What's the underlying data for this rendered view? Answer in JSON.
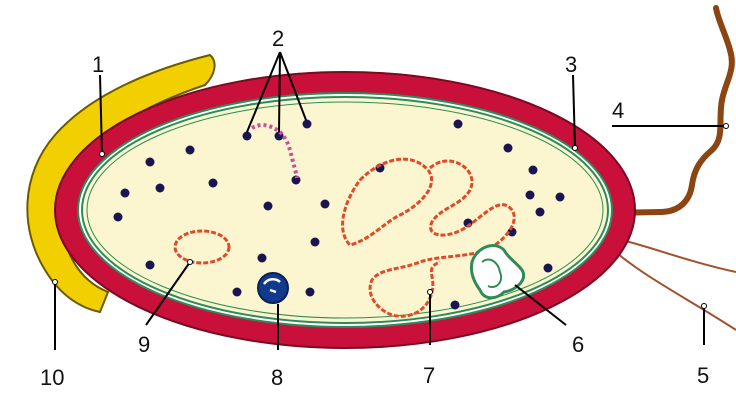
{
  "labels": [
    "1",
    "2",
    "3",
    "4",
    "5",
    "6",
    "7",
    "8",
    "9",
    "10"
  ],
  "colors": {
    "capsule": "#f2cf00",
    "cell_wall": "#c8103a",
    "membrane": "#2e8b57",
    "cytoplasm": "#fbf6cf",
    "ribosome": "#1a1450",
    "nucleoid": "#e04a2a",
    "plasmid": "#e04a2a",
    "mesosome": "#2e8b57",
    "granule": "#123a8c",
    "flagellum": "#8b4513",
    "pili": "#a0522d",
    "leader": "#000000"
  }
}
